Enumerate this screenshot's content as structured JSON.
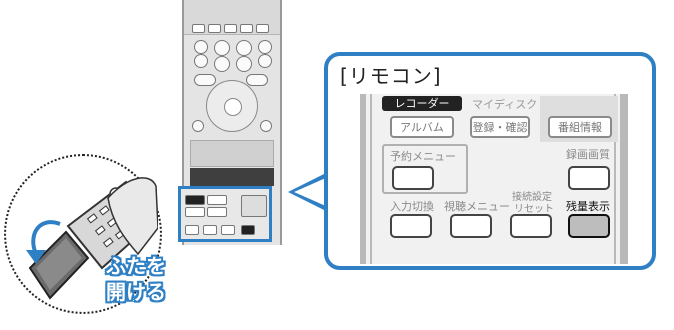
{
  "callout": {
    "title": "[リモコン]",
    "mode_selected": "レコーダー",
    "mode_other": "マイディスク",
    "buttons": {
      "album": "アルバム",
      "register": "登録・確認",
      "program_info": "番組情報",
      "reserve_menu": "予約メニュー",
      "record_quality": "録画画質",
      "input_switch": "入力切換",
      "view_menu": "視聴メニュー",
      "connection_reset_line1": "接続設定",
      "connection_reset_line2": "リセット",
      "remaining_display": "残量表示"
    }
  },
  "illustration": {
    "caption_line1": "ふたを",
    "caption_line2": "開ける"
  },
  "colors": {
    "accent": "#2e7fc4",
    "active_key": "#bdbdbd"
  }
}
